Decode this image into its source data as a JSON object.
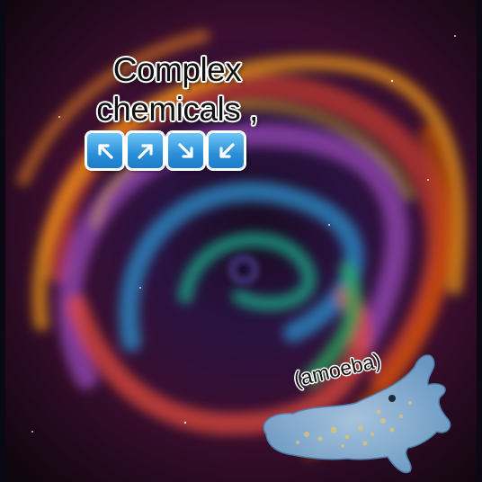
{
  "caption": {
    "line1": "Complex",
    "line2": "chemicals ,"
  },
  "arrow_keys": [
    {
      "icon": "up-left-arrow-icon"
    },
    {
      "icon": "up-right-arrow-icon"
    },
    {
      "icon": "down-right-arrow-icon"
    },
    {
      "icon": "down-left-arrow-icon"
    }
  ],
  "amoeba": {
    "label": "(amoeba)"
  },
  "colors": {
    "arrow_key_blue": "#2a8fd9",
    "amoeba_blue": "#7fb0d8"
  }
}
